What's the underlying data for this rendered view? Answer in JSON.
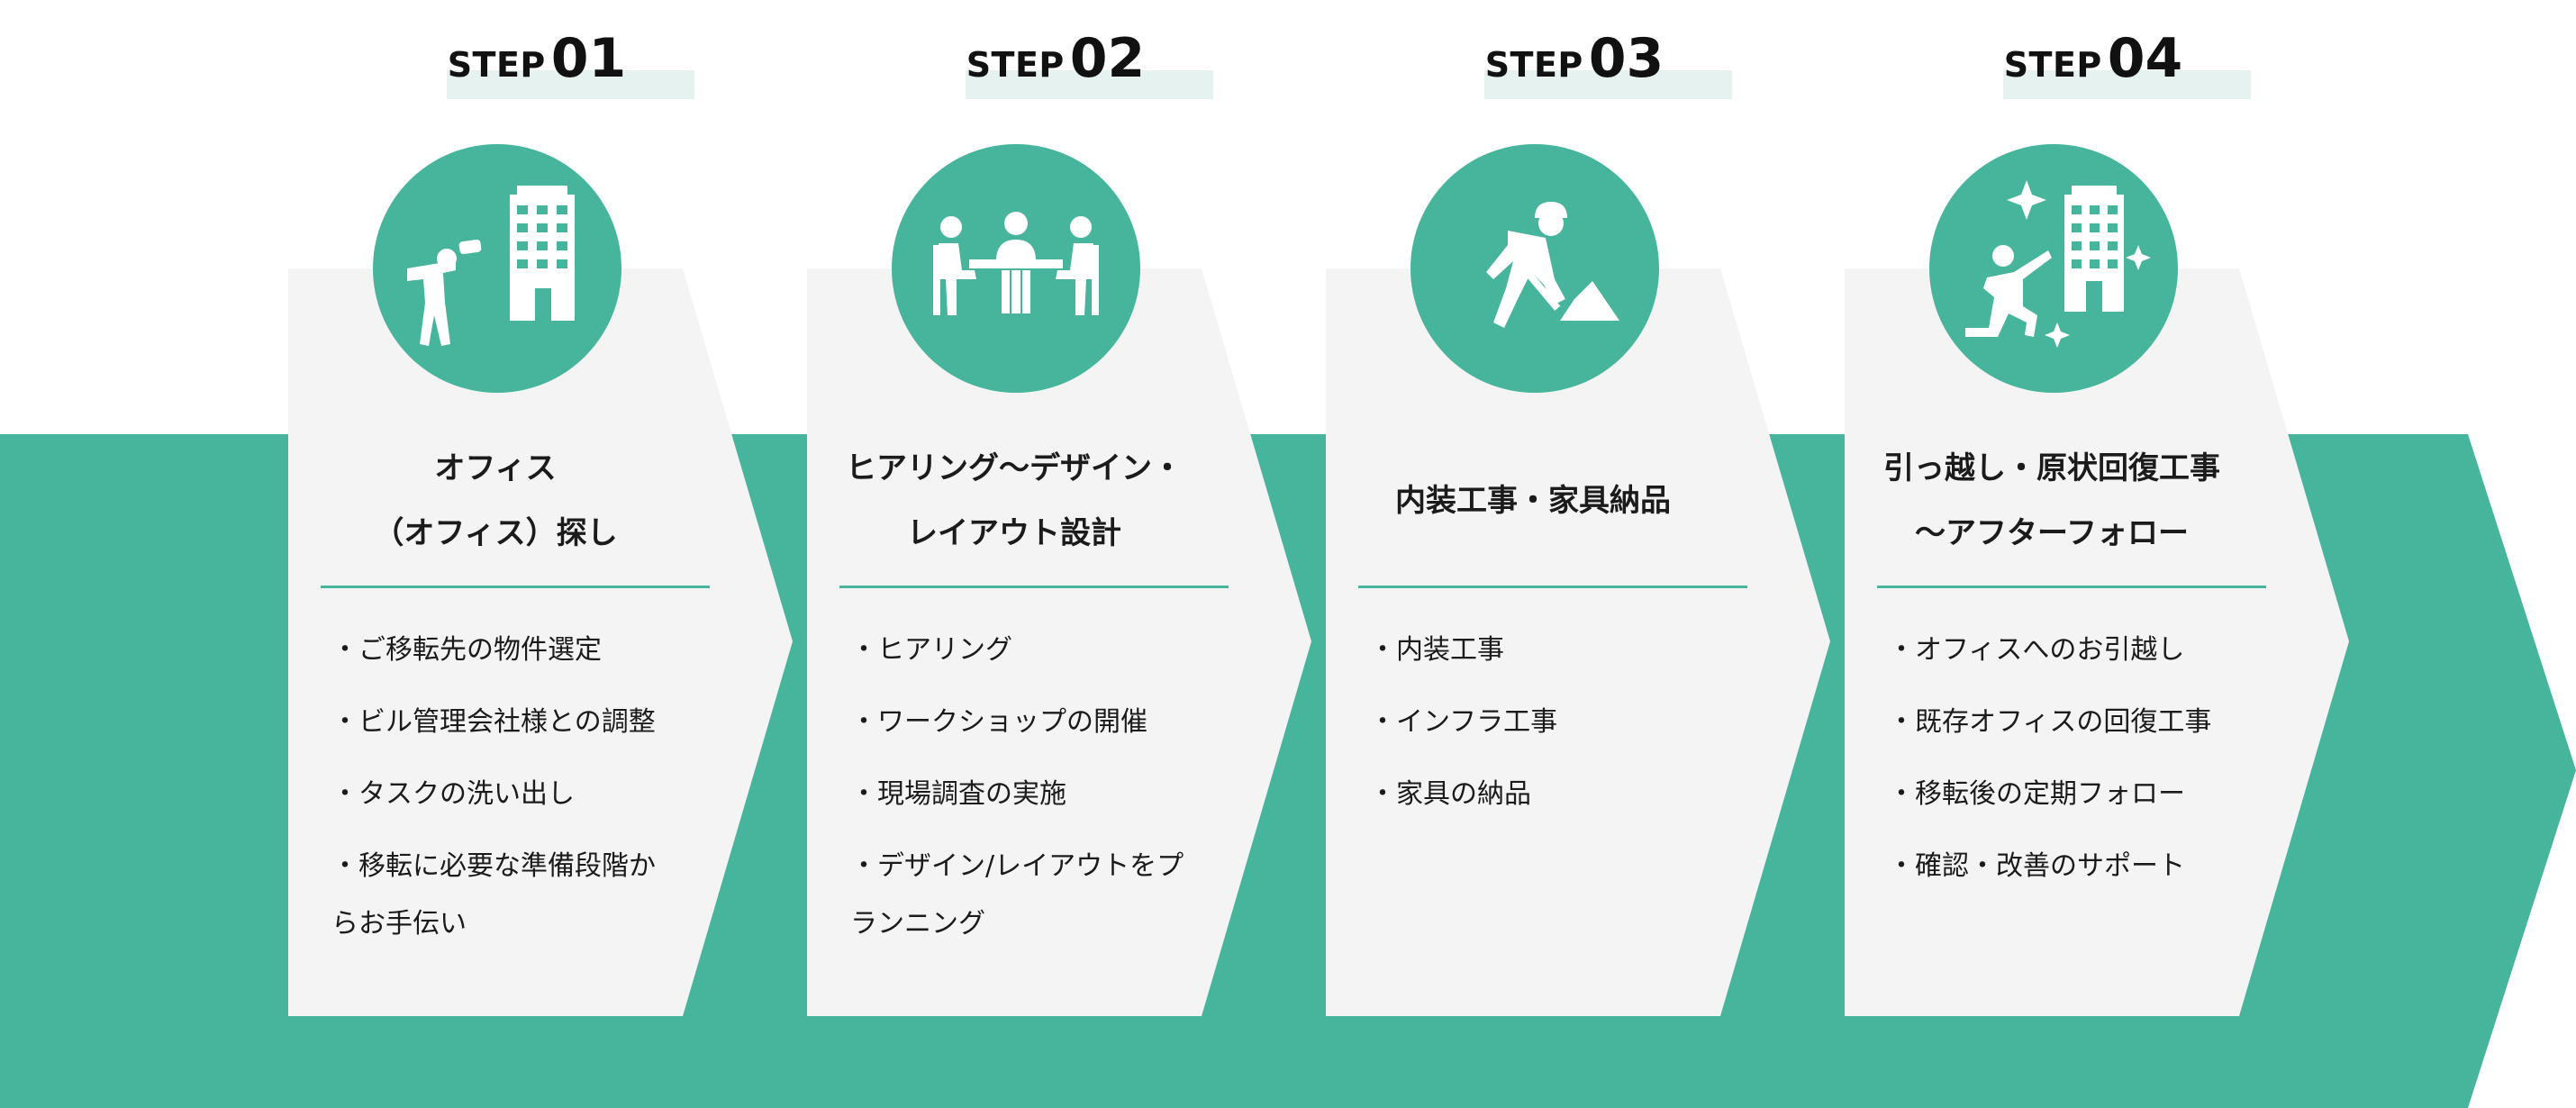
{
  "colors": {
    "accent": "#46b59b",
    "card": "#f4f4f4",
    "step_highlight": "#e6f2ef"
  },
  "step_word": "STEP",
  "steps": [
    {
      "number": "01",
      "icon": "binoculars-person-building-icon",
      "title_lines": [
        "オフィス",
        "（オフィス）探し"
      ],
      "items": [
        "・ご移転先の物件選定",
        "・ビル管理会社様との調整",
        "・タスクの洗い出し",
        "・移転に必要な準備段階か\nらお手伝い"
      ]
    },
    {
      "number": "02",
      "icon": "meeting-table-icon",
      "title_lines": [
        "ヒアリング〜デザイン・",
        "レイアウト設計"
      ],
      "items": [
        "・ヒアリング",
        "・ワークショップの開催",
        "・現場調査の実施",
        "・デザイン/レイアウトをプ\nランニング"
      ]
    },
    {
      "number": "03",
      "icon": "construction-worker-shovel-icon",
      "title_lines": [
        "内装工事・家具納品"
      ],
      "items": [
        "・内装工事",
        "・インフラ工事",
        "・家具の納品"
      ]
    },
    {
      "number": "04",
      "icon": "celebrating-person-building-icon",
      "title_lines": [
        "引っ越し・原状回復工事",
        "〜アフターフォロー"
      ],
      "items": [
        "・オフィスへのお引越し",
        "・既存オフィスの回復工事",
        "・移転後の定期フォロー",
        "・確認・改善のサポート"
      ]
    }
  ]
}
